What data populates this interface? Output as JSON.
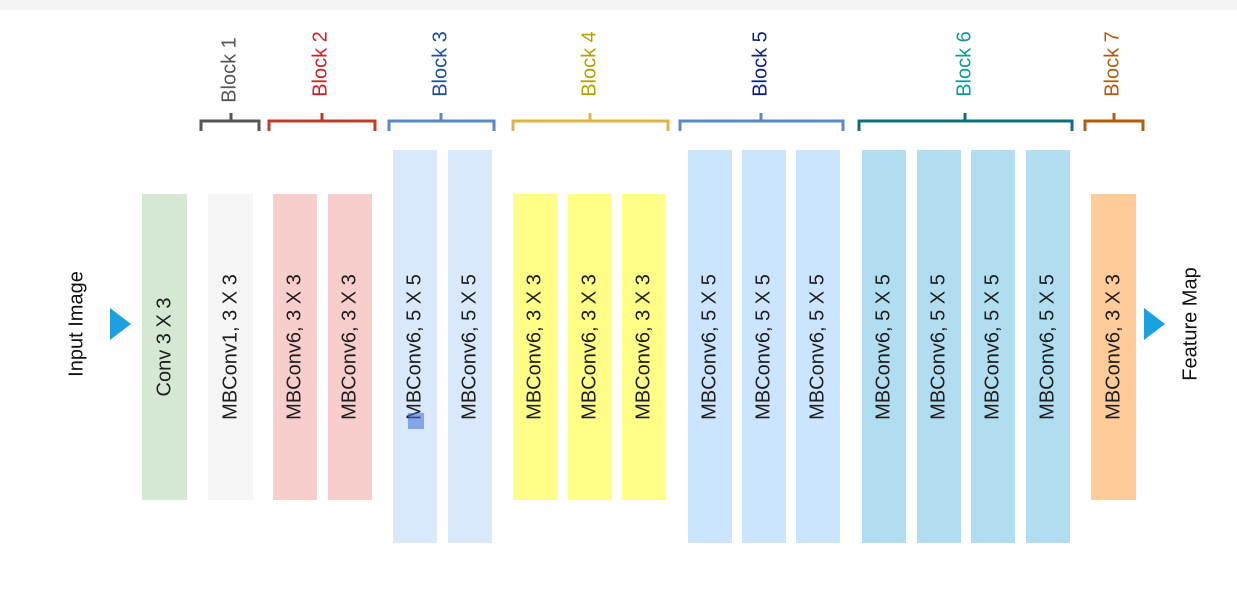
{
  "input_label": "Input Image",
  "output_label": "Feature Map",
  "blocks": [
    {
      "label": "Block 1",
      "color": "#555555",
      "accent": "#555555"
    },
    {
      "label": "Block 2",
      "color": "#cc1f1f",
      "accent": "#c0392b"
    },
    {
      "label": "Block 3",
      "color": "#1a4fa0",
      "accent": "#5b87c6"
    },
    {
      "label": "Block 4",
      "color": "#b5a000",
      "accent": "#dcb44a"
    },
    {
      "label": "Block 5",
      "color": "#0a1f8f",
      "accent": "#5b87c6"
    },
    {
      "label": "Block 6",
      "color": "#0f9a9a",
      "accent": "#0f6e78"
    },
    {
      "label": "Block 7",
      "color": "#b25c10",
      "accent": "#b25c10"
    }
  ],
  "layers": [
    {
      "label": "Conv 3 X 3",
      "fill": "#d5e8d4"
    },
    {
      "label": "MBConv1, 3 X 3",
      "fill": "#f5f5f5"
    },
    {
      "label": "MBConv6, 3 X 3",
      "fill": "#f8cecc"
    },
    {
      "label": "MBConv6, 3 X 3",
      "fill": "#f8cecc"
    },
    {
      "label": "MBConv6, 5 X 5",
      "fill": "#dae8fc"
    },
    {
      "label": "MBConv6, 5 X 5",
      "fill": "#dae8fc"
    },
    {
      "label": "MBConv6, 3 X 3",
      "fill": "#ffff88"
    },
    {
      "label": "MBConv6, 3 X 3",
      "fill": "#ffff88"
    },
    {
      "label": "MBConv6, 3 X 3",
      "fill": "#ffff88"
    },
    {
      "label": "MBConv6, 5 X 5",
      "fill": "#cce5ff"
    },
    {
      "label": "MBConv6, 5 X 5",
      "fill": "#cce5ff"
    },
    {
      "label": "MBConv6, 5 X 5",
      "fill": "#cce5ff"
    },
    {
      "label": "MBConv6, 5 X 5",
      "fill": "#b1ddf0"
    },
    {
      "label": "MBConv6, 5 X 5",
      "fill": "#b1ddf0"
    },
    {
      "label": "MBConv6, 5 X 5",
      "fill": "#b1ddf0"
    },
    {
      "label": "MBConv6, 5 X 5",
      "fill": "#b1ddf0"
    },
    {
      "label": "MBConv6, 3 X 3",
      "fill": "#ffcc99"
    }
  ]
}
